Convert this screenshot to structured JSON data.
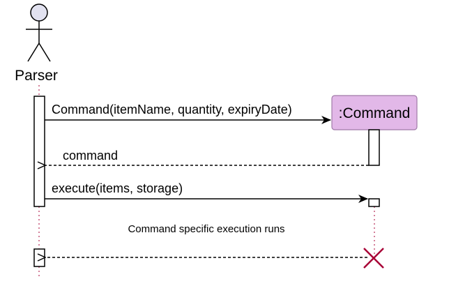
{
  "participants": {
    "parser": {
      "label": "Parser",
      "kind": "actor"
    },
    "command": {
      "label": ":Command",
      "kind": "participant"
    }
  },
  "messages": [
    {
      "label": "Command(itemName, quantity, expiryDate)",
      "style": "solid"
    },
    {
      "label": "command",
      "style": "dashed"
    },
    {
      "label": "execute(items, storage)",
      "style": "solid"
    },
    {
      "label": "",
      "style": "dashed"
    }
  ],
  "note": {
    "text": "Command specific execution runs"
  },
  "colors": {
    "actor_fill": "#e2e2f0",
    "command_fill": "#e2b8e8",
    "command_border": "#a07aa8",
    "destroy_mark": "#a80036",
    "line": "#000000",
    "lifeline": "#a80036"
  },
  "icons": {
    "destroy": "cross-icon"
  }
}
